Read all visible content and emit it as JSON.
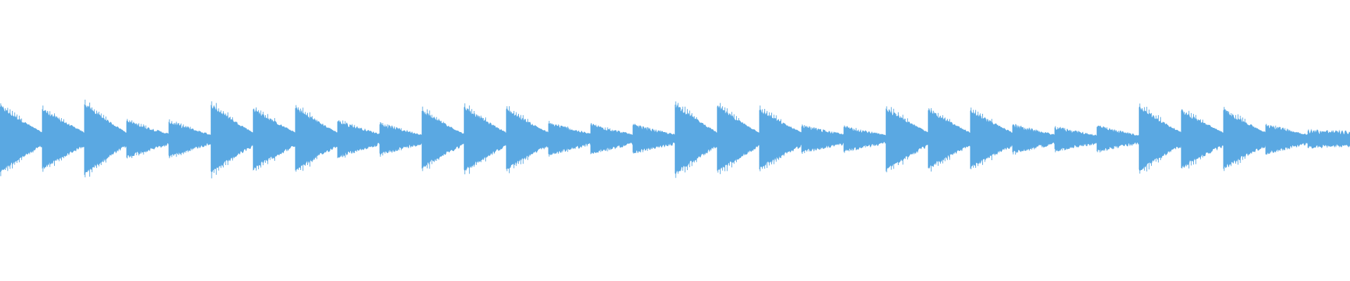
{
  "colors": {
    "background": "#ffffff",
    "waveform": "#5aa8e2"
  },
  "chart_data": {
    "type": "area",
    "title": "",
    "xlabel": "",
    "ylabel": "",
    "x_unit": "hit index",
    "xlim": [
      0,
      32
    ],
    "ylim": [
      -1,
      1
    ],
    "grid": false,
    "legend": "none",
    "series": [
      {
        "peak_amplitudes": [
          0.46,
          0.42,
          0.49,
          0.25,
          0.24,
          0.48,
          0.42,
          0.44,
          0.25,
          0.21,
          0.4,
          0.45,
          0.42,
          0.22,
          0.2,
          0.19,
          0.49,
          0.46,
          0.41,
          0.18,
          0.17,
          0.43,
          0.41,
          0.4,
          0.19,
          0.16,
          0.17,
          0.45,
          0.4,
          0.41,
          0.2,
          0.11
        ],
        "end_amplitudes": [
          0.09,
          0.09,
          0.09,
          0.07,
          0.06,
          0.09,
          0.09,
          0.09,
          0.07,
          0.06,
          0.07,
          0.09,
          0.09,
          0.07,
          0.06,
          0.06,
          0.09,
          0.09,
          0.09,
          0.06,
          0.05,
          0.09,
          0.09,
          0.09,
          0.06,
          0.05,
          0.05,
          0.09,
          0.09,
          0.09,
          0.06,
          0.09
        ]
      }
    ]
  }
}
